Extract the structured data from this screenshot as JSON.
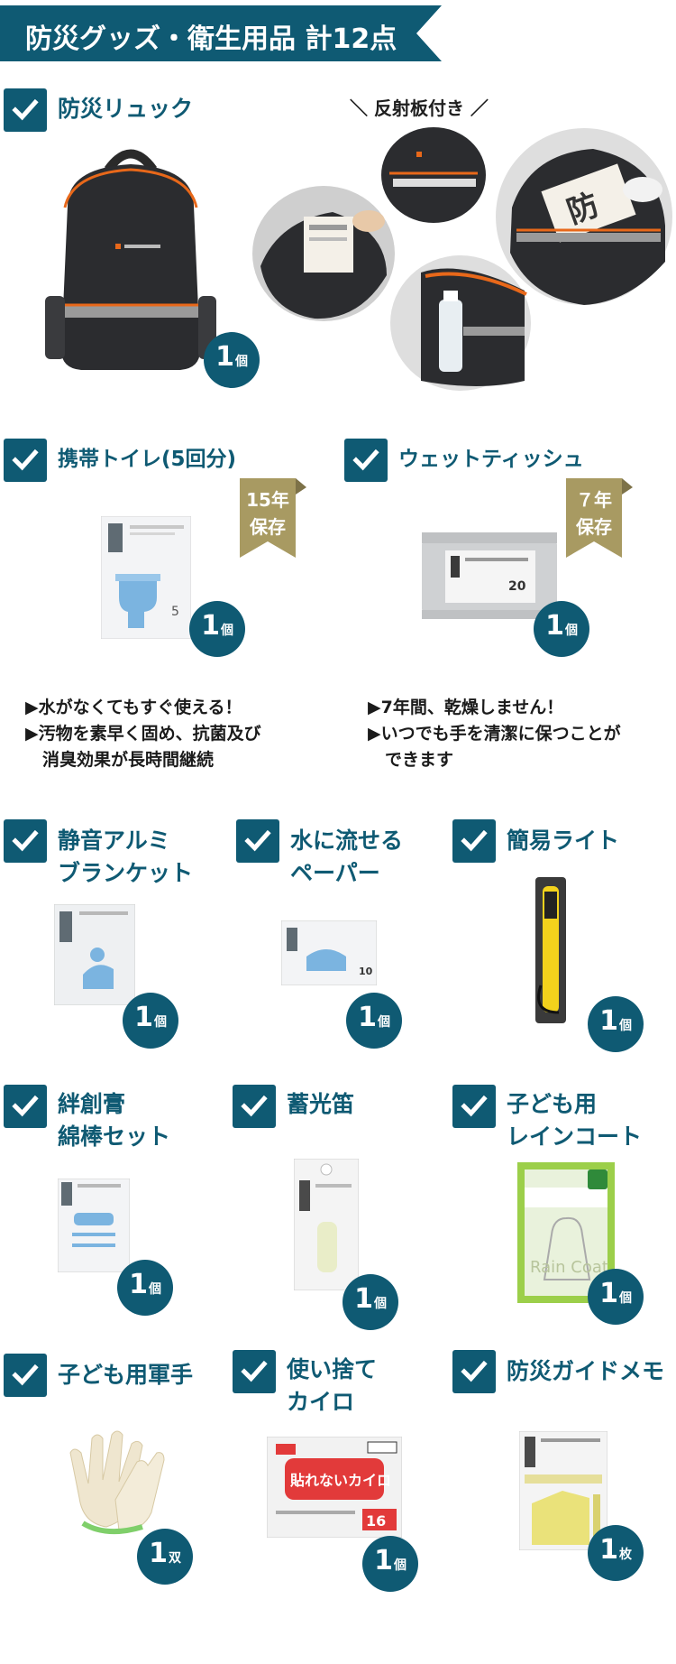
{
  "header": {
    "title": "防災グッズ・衛生用品 計12点"
  },
  "backpack": {
    "label": "防災リュック",
    "reflective_note": "＼ 反射板付き ／",
    "count": "1",
    "unit": "個"
  },
  "toilet": {
    "label": "携帯トイレ(5回分)",
    "ribbon_line1": "15年",
    "ribbon_line2": "保存",
    "count": "1",
    "unit": "個",
    "bullets": [
      "▶水がなくてもすぐ使える！",
      "▶汚物を素早く固め、抗菌及び",
      "　消臭効果が長時間継続"
    ]
  },
  "wipes": {
    "label": "ウェットティッシュ",
    "ribbon_line1": "７年",
    "ribbon_line2": "保存",
    "count": "1",
    "unit": "個",
    "bullets": [
      "▶7年間、乾燥しません！",
      "▶いつでも手を清潔に保つことが",
      "　できます"
    ]
  },
  "blanket": {
    "label_line1": "静音アルミ",
    "label_line2": "ブランケット",
    "count": "1",
    "unit": "個"
  },
  "paper": {
    "label_line1": "水に流せる",
    "label_line2": "ペーパー",
    "count": "1",
    "unit": "個"
  },
  "light": {
    "label": "簡易ライト",
    "count": "1",
    "unit": "個"
  },
  "bandage": {
    "label_line1": "絆創膏",
    "label_line2": "綿棒セット",
    "count": "1",
    "unit": "個"
  },
  "whistle": {
    "label": "蓄光笛",
    "count": "1",
    "unit": "個"
  },
  "raincoat": {
    "label_line1": "子ども用",
    "label_line2": "レインコート",
    "count": "1",
    "unit": "個",
    "pack_text": "Rain Coat"
  },
  "gloves": {
    "label": "子ども用軍手",
    "count": "1",
    "unit": "双"
  },
  "kairo": {
    "label_line1": "使い捨て",
    "label_line2": "カイロ",
    "count": "1",
    "unit": "個",
    "pack_text": "貼れないカイロ",
    "pack_hours": "16"
  },
  "memo": {
    "label": "防災ガイドメモ",
    "count": "1",
    "unit": "枚"
  },
  "colors": {
    "primary": "#0f5a73",
    "ribbon": "#a89a62",
    "accent_orange": "#e8681a"
  }
}
